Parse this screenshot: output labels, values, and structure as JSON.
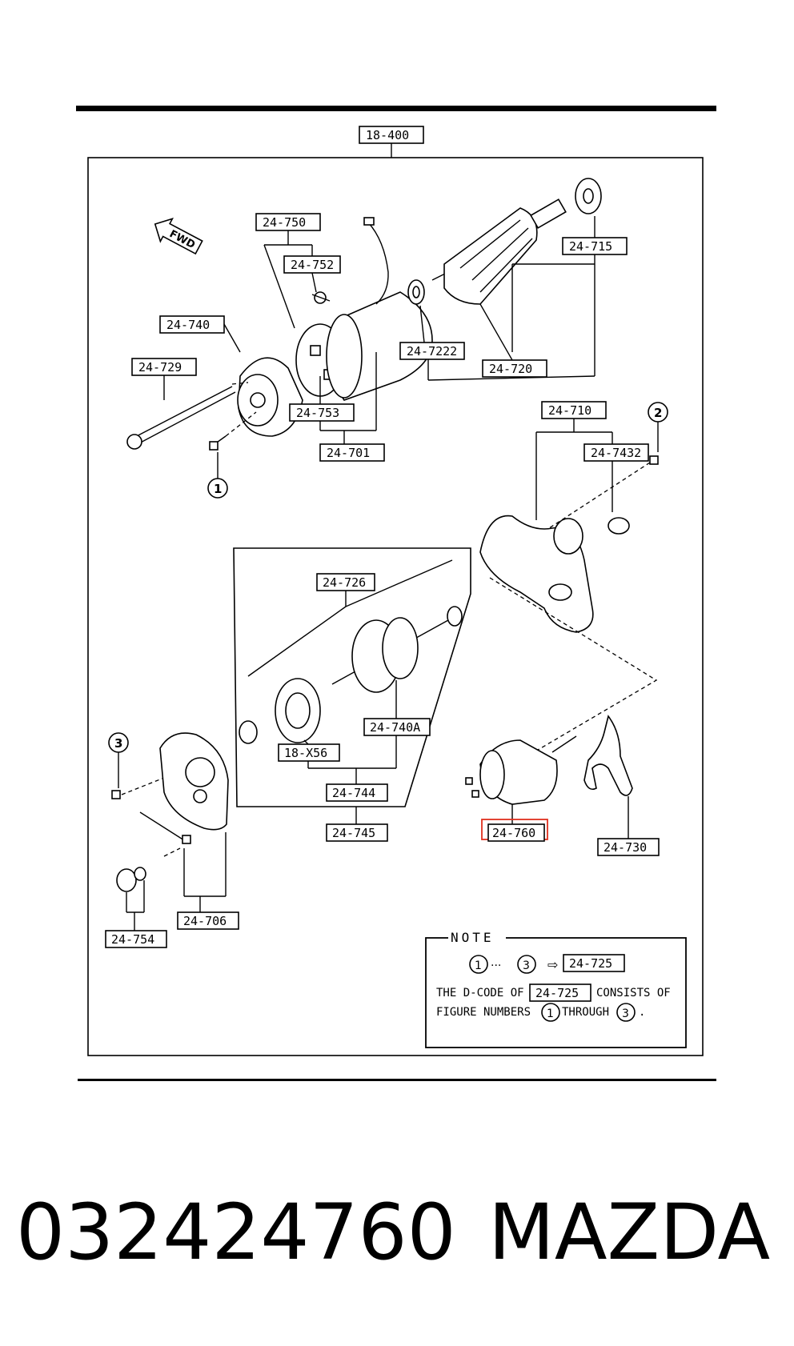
{
  "diagram": {
    "top_label": "18-400",
    "fwd_label": "FWD",
    "callouts": {
      "c24750": "24-750",
      "c24752": "24-752",
      "c24740": "24-740",
      "c24729": "24-729",
      "c24753": "24-753",
      "c24701": "24-701",
      "c24715": "24-715",
      "c247222": "24-7222",
      "c24720": "24-720",
      "c24710": "24-710",
      "c247432": "24-7432",
      "c24726": "24-726",
      "c24740A": "24-740A",
      "c18X56": "18-X56",
      "c24744": "24-744",
      "c24745": "24-745",
      "c24760": "24-760",
      "c24730": "24-730",
      "c24706": "24-706",
      "c24754": "24-754"
    },
    "figure_numbers": {
      "one": "1",
      "two": "2",
      "three": "3"
    },
    "highlight_color": "#e0301e",
    "note": {
      "title": "NOTE",
      "range_dots": "···",
      "arrow": "⇨",
      "code": "24-725",
      "line1_prefix": "THE D-CODE OF",
      "line1_suffix": "CONSISTS OF",
      "line2_prefix": "FIGURE NUMBERS",
      "line2_mid": "THROUGH",
      "line2_end": "."
    }
  },
  "caption": {
    "part_number": "032424760",
    "brand": "MAZDA"
  }
}
